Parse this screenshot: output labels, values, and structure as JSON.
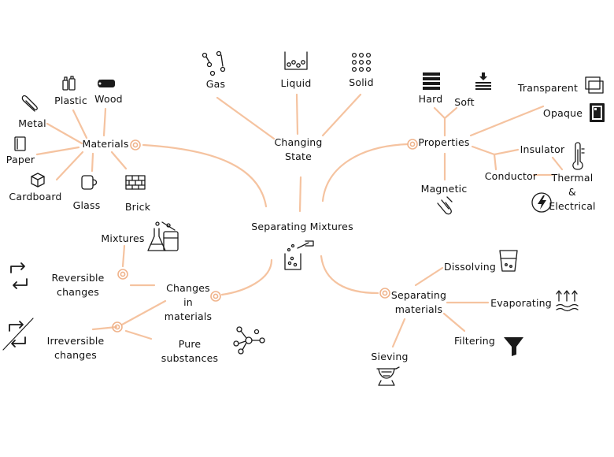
{
  "center": {
    "title": "Separating Mixtures"
  },
  "materials": {
    "title": "Materials",
    "items": [
      "Metal",
      "Plastic",
      "Wood",
      "Paper",
      "Cardboard",
      "Glass",
      "Brick"
    ]
  },
  "changing_state": {
    "title": "Changing\nState",
    "items": [
      "Gas",
      "Liquid",
      "Solid"
    ]
  },
  "properties": {
    "title": "Properties",
    "items": [
      "Hard",
      "Soft",
      "Transparent",
      "Opaque",
      "Insulator",
      "Conductor",
      "Thermal\n&\nElectrical",
      "Magnetic"
    ]
  },
  "changes": {
    "title": "Changes\nin\nmaterials",
    "items": [
      "Mixtures",
      "Reversible\nchanges",
      "Irreversible\nchanges",
      "Pure\nsubstances"
    ]
  },
  "separating": {
    "title": "Separating\nmaterials",
    "items": [
      "Dissolving",
      "Evaporating",
      "Filtering",
      "Sieving"
    ]
  },
  "colors": {
    "line": "#f5c3a0",
    "node": "#f0b48c",
    "icon": "#1a1a1a"
  }
}
